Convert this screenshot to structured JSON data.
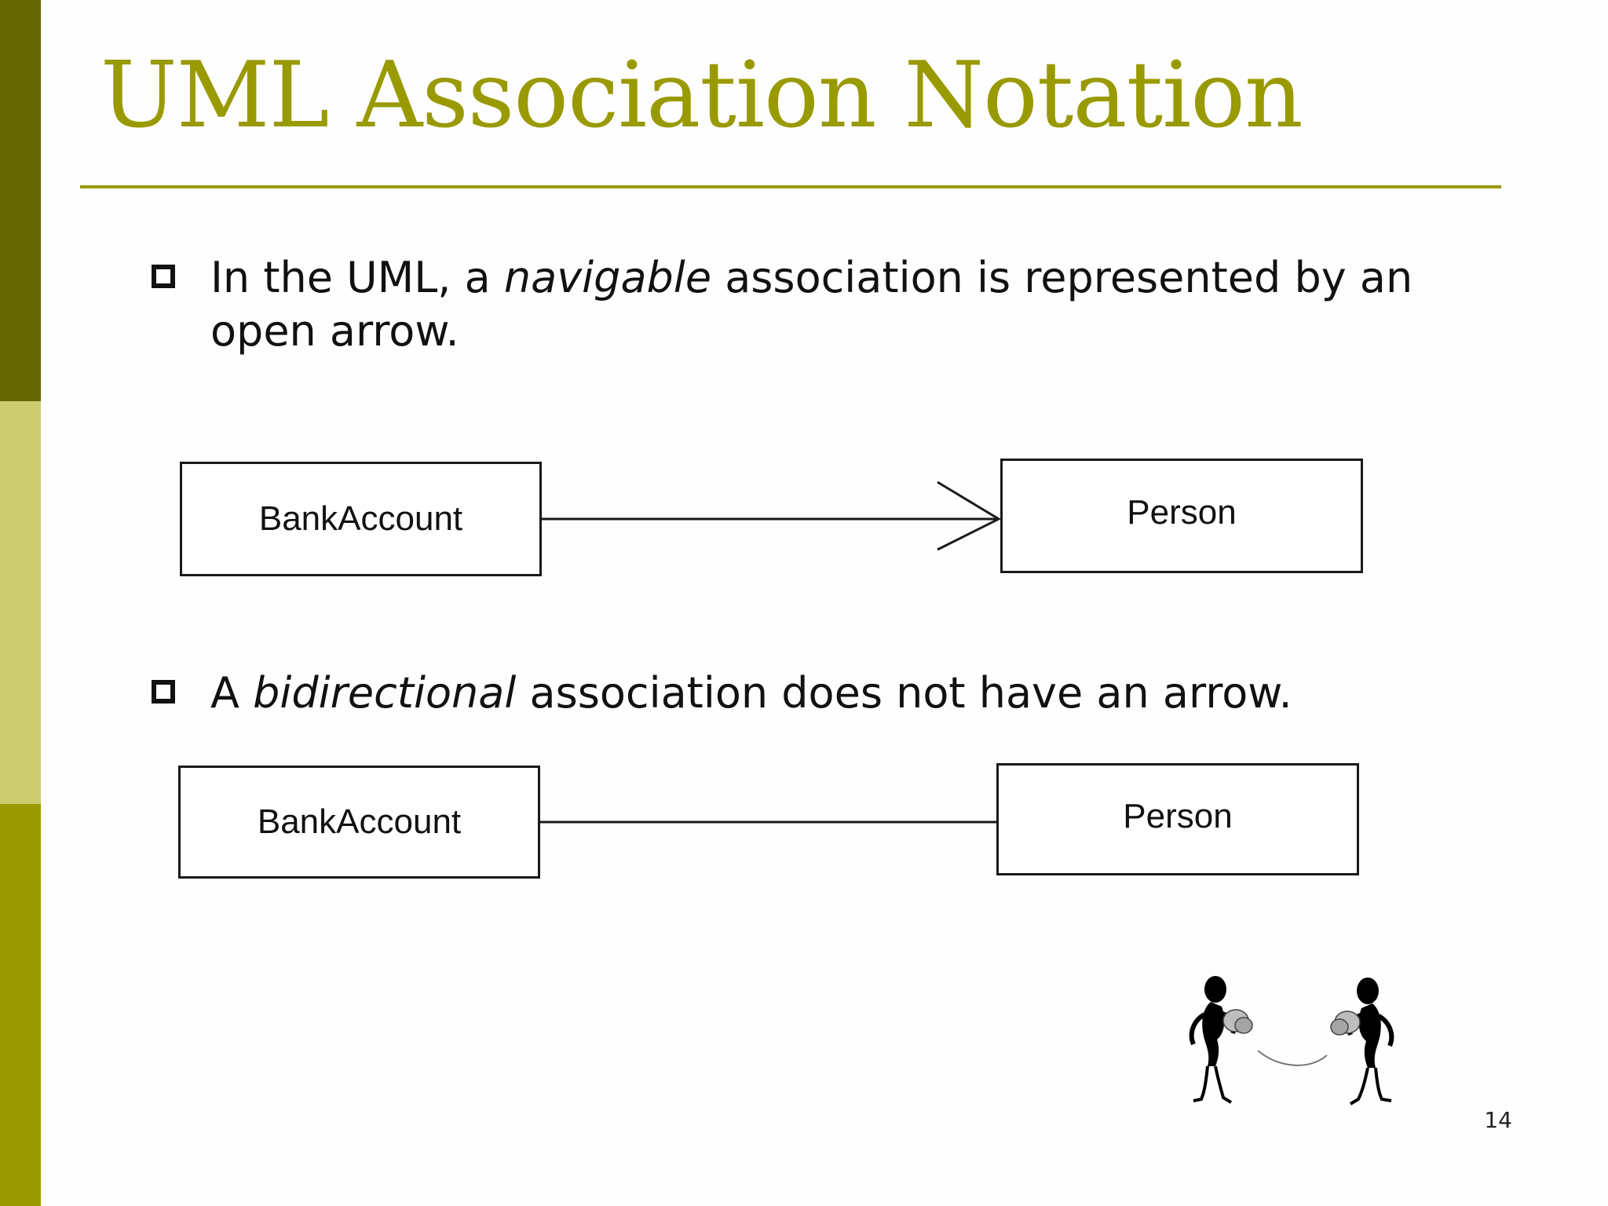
{
  "colors": {
    "accent_dark": "#666600",
    "accent_light": "#CDCD6E",
    "accent_mid": "#999900",
    "title": "#999900",
    "rule": "#999900"
  },
  "slide": {
    "title": "UML Association Notation",
    "page_number": "14"
  },
  "bullets": [
    {
      "before": "In the UML, a ",
      "emphasis": "navigable",
      "after": " association is represented by an open arrow."
    },
    {
      "before": "A ",
      "emphasis": "bidirectional",
      "after": " association does not have an arrow."
    }
  ],
  "diagrams": [
    {
      "kind": "navigable",
      "source_label": "BankAccount",
      "target_label": "Person",
      "arrowhead": "open"
    },
    {
      "kind": "bidirectional",
      "source_label": "BankAccount",
      "target_label": "Person",
      "arrowhead": "none"
    }
  ],
  "decoration": {
    "clipart_icon": "two-figures-playing-catch-icon"
  }
}
